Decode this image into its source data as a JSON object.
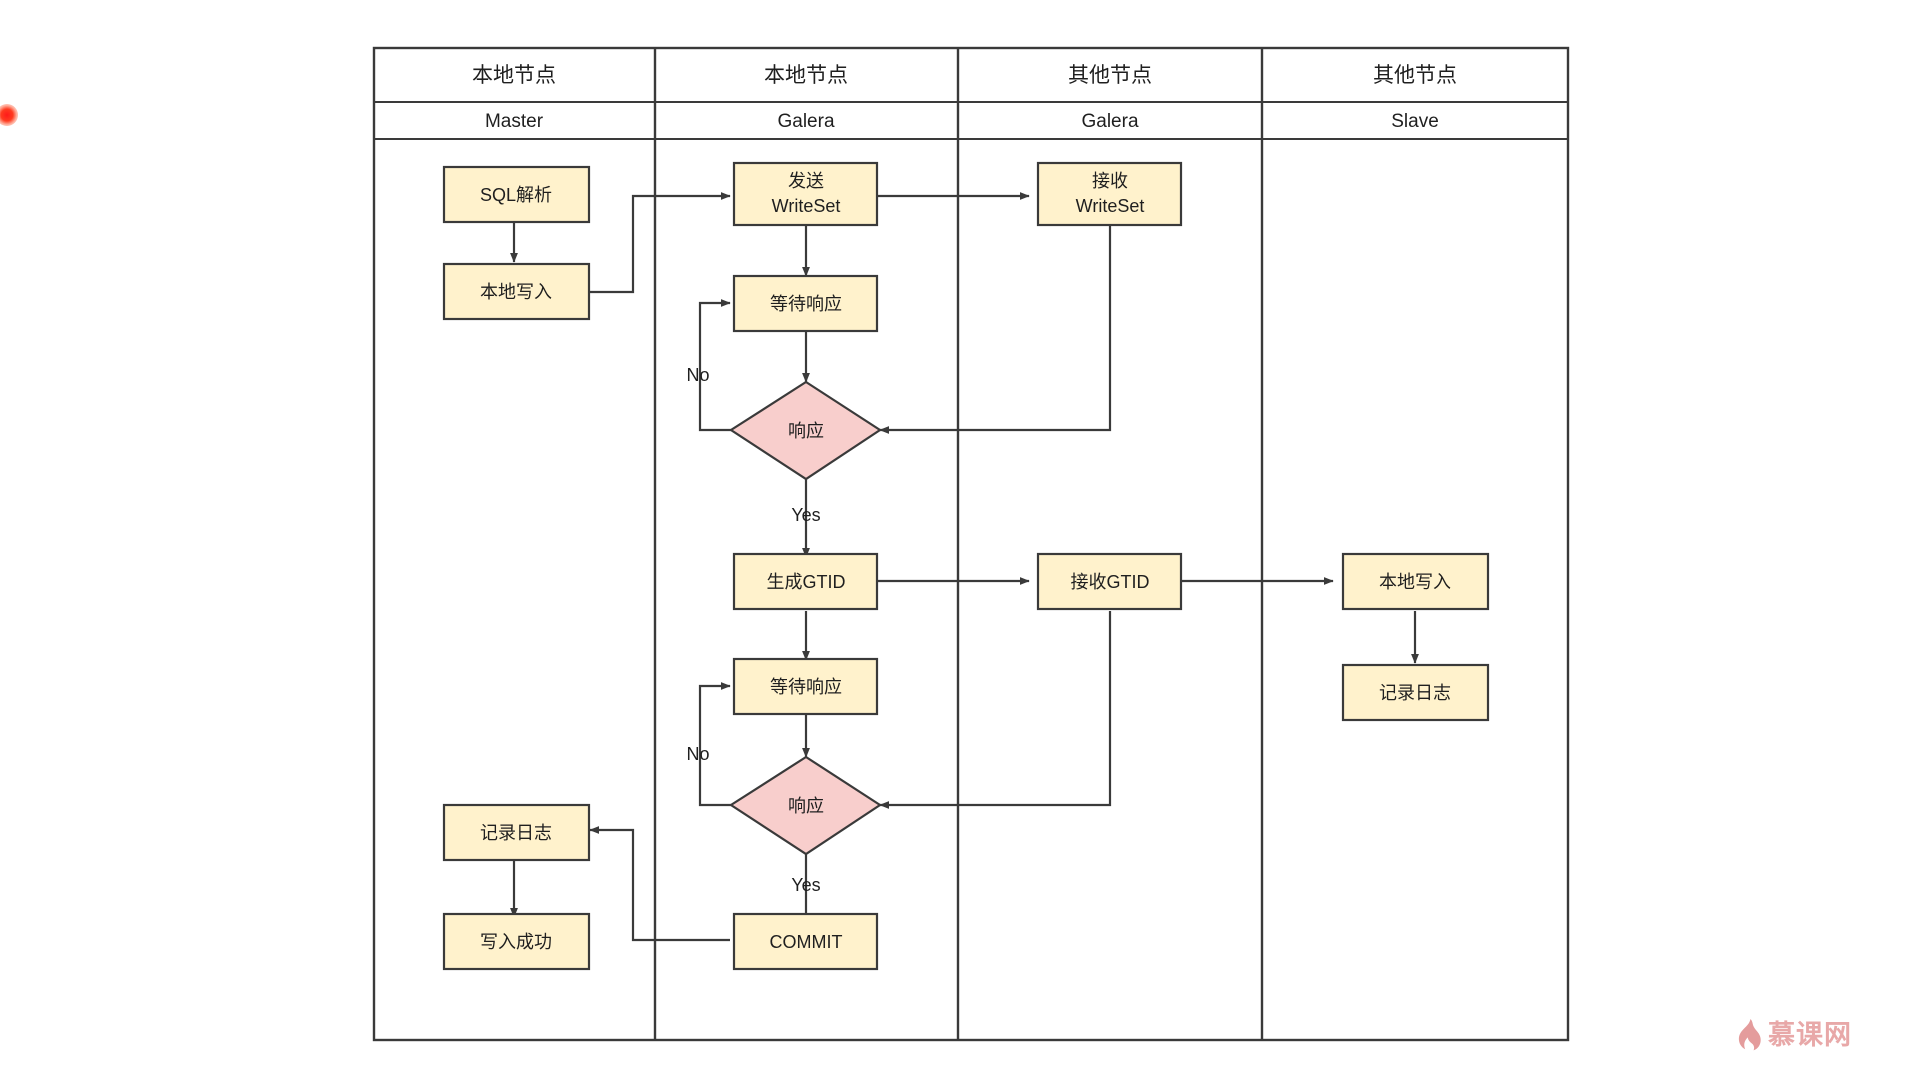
{
  "diagram": {
    "type": "swimlane-flowchart",
    "title": "",
    "lanes": [
      {
        "id": "lane-master",
        "top_label": "本地节点",
        "sub_label": "Master"
      },
      {
        "id": "lane-galera-local",
        "top_label": "本地节点",
        "sub_label": "Galera"
      },
      {
        "id": "lane-galera-other",
        "top_label": "其他节点",
        "sub_label": "Galera"
      },
      {
        "id": "lane-slave",
        "top_label": "其他节点",
        "sub_label": "Slave"
      }
    ],
    "nodes": [
      {
        "id": "n-sql-parse",
        "lane": 0,
        "shape": "process",
        "label": "SQL解析"
      },
      {
        "id": "n-local-write-1",
        "lane": 0,
        "shape": "process",
        "label": "本地写入"
      },
      {
        "id": "n-log-master",
        "lane": 0,
        "shape": "process",
        "label": "记录日志"
      },
      {
        "id": "n-write-ok",
        "lane": 0,
        "shape": "process",
        "label": "写入成功"
      },
      {
        "id": "n-send-writeset",
        "lane": 1,
        "shape": "process",
        "label_line1": "发送",
        "label_line2": "WriteSet"
      },
      {
        "id": "n-wait-resp-1",
        "lane": 1,
        "shape": "process",
        "label": "等待响应"
      },
      {
        "id": "n-resp-1",
        "lane": 1,
        "shape": "decision",
        "label": "响应"
      },
      {
        "id": "n-gen-gtid",
        "lane": 1,
        "shape": "process",
        "label": "生成GTID"
      },
      {
        "id": "n-wait-resp-2",
        "lane": 1,
        "shape": "process",
        "label": "等待响应"
      },
      {
        "id": "n-resp-2",
        "lane": 1,
        "shape": "decision",
        "label": "响应"
      },
      {
        "id": "n-commit",
        "lane": 1,
        "shape": "process",
        "label": "COMMIT"
      },
      {
        "id": "n-recv-writeset",
        "lane": 2,
        "shape": "process",
        "label_line1": "接收",
        "label_line2": "WriteSet"
      },
      {
        "id": "n-recv-gtid",
        "lane": 2,
        "shape": "process",
        "label": "接收GTID"
      },
      {
        "id": "n-local-write-2",
        "lane": 3,
        "shape": "process",
        "label": "本地写入"
      },
      {
        "id": "n-log-slave",
        "lane": 3,
        "shape": "process",
        "label": "记录日志"
      }
    ],
    "edge_labels": {
      "no_1": "No",
      "yes_1": "Yes",
      "no_2": "No",
      "yes_2": "Yes"
    },
    "edges": [
      {
        "from": "n-sql-parse",
        "to": "n-local-write-1",
        "label": ""
      },
      {
        "from": "n-local-write-1",
        "to": "n-send-writeset",
        "label": ""
      },
      {
        "from": "n-send-writeset",
        "to": "n-wait-resp-1",
        "label": ""
      },
      {
        "from": "n-send-writeset",
        "to": "n-recv-writeset",
        "label": ""
      },
      {
        "from": "n-wait-resp-1",
        "to": "n-resp-1",
        "label": ""
      },
      {
        "from": "n-recv-writeset",
        "to": "n-resp-1",
        "label": ""
      },
      {
        "from": "n-resp-1",
        "to": "n-wait-resp-1",
        "label": "No"
      },
      {
        "from": "n-resp-1",
        "to": "n-gen-gtid",
        "label": "Yes"
      },
      {
        "from": "n-gen-gtid",
        "to": "n-recv-gtid",
        "label": ""
      },
      {
        "from": "n-gen-gtid",
        "to": "n-wait-resp-2",
        "label": ""
      },
      {
        "from": "n-recv-gtid",
        "to": "n-local-write-2",
        "label": ""
      },
      {
        "from": "n-recv-gtid",
        "to": "n-resp-2",
        "label": ""
      },
      {
        "from": "n-local-write-2",
        "to": "n-log-slave",
        "label": ""
      },
      {
        "from": "n-wait-resp-2",
        "to": "n-resp-2",
        "label": ""
      },
      {
        "from": "n-resp-2",
        "to": "n-wait-resp-2",
        "label": "No"
      },
      {
        "from": "n-resp-2",
        "to": "n-commit",
        "label": "Yes"
      },
      {
        "from": "n-commit",
        "to": "n-log-master",
        "label": ""
      },
      {
        "from": "n-log-master",
        "to": "n-write-ok",
        "label": ""
      }
    ]
  },
  "colors": {
    "process_fill": "#fff2cc",
    "process_stroke": "#3a3a3a",
    "decision_fill": "#f8cecc",
    "decision_stroke": "#3a3a3a",
    "line": "#3a3a3a",
    "grid": "#3a3a3a",
    "text": "#1f1f1f",
    "watermark": "#e49a9a",
    "cursor": "#ff2a11"
  },
  "watermark": {
    "text": "慕课网",
    "icon": "flame-icon"
  },
  "cursor": {
    "name": "cursor-dot"
  }
}
